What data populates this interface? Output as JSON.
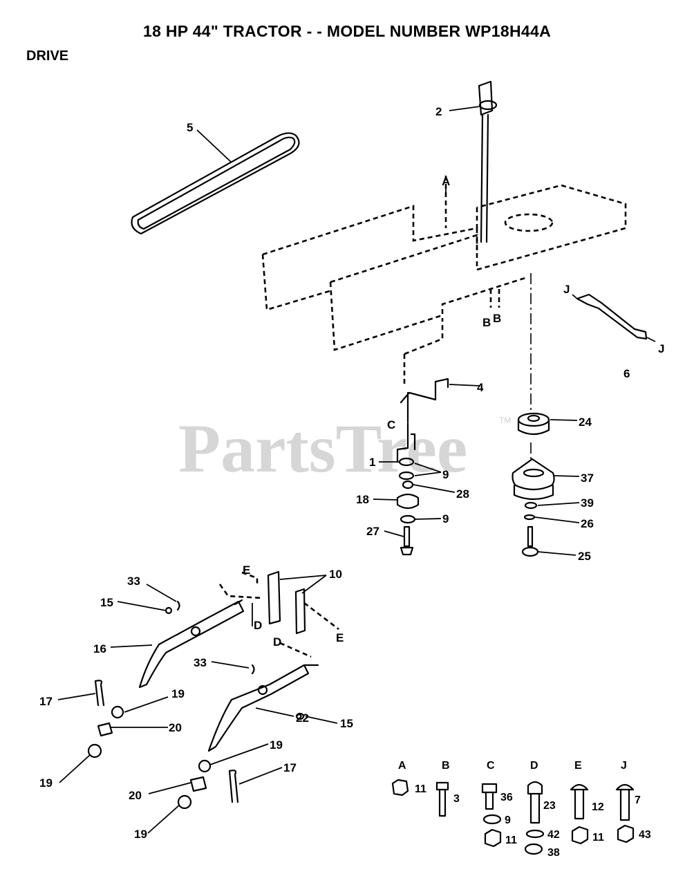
{
  "header": {
    "title": "18 HP 44\" TRACTOR - - MODEL NUMBER WP18H44A",
    "section": "DRIVE"
  },
  "watermark": {
    "text": "PartsTree",
    "tm": "TM"
  },
  "callouts": {
    "c2": "2",
    "c5": "5",
    "cA": "A",
    "cB1": "B",
    "cB2": "B",
    "cJ1": "J",
    "cJ2": "J",
    "c6": "6",
    "c4": "4",
    "cC": "C",
    "c24": "24",
    "c1": "1",
    "c9a": "9",
    "c28": "28",
    "c37": "37",
    "c18": "18",
    "c9b": "9",
    "c39": "39",
    "c26": "26",
    "c27": "27",
    "c25": "25",
    "c10": "10",
    "cE1": "E",
    "c33a": "33",
    "c15a": "15",
    "cD1": "D",
    "cE2": "E",
    "c16": "16",
    "cD2": "D",
    "c33b": "33",
    "c17a": "17",
    "c19a": "19",
    "c22": "22",
    "c15b": "15",
    "c20a": "20",
    "c19b": "19",
    "c19c": "19",
    "c17b": "17",
    "c20b": "20",
    "c19d": "19"
  },
  "hardware_key": {
    "A": {
      "letter": "A",
      "items": [
        "11"
      ]
    },
    "B": {
      "letter": "B",
      "items": [
        "3"
      ]
    },
    "C": {
      "letter": "C",
      "items": [
        "36",
        "9",
        "11"
      ]
    },
    "D": {
      "letter": "D",
      "items": [
        "23",
        "42",
        "38"
      ]
    },
    "E": {
      "letter": "E",
      "items": [
        "12",
        "11"
      ]
    },
    "J": {
      "letter": "J",
      "items": [
        "7",
        "43"
      ]
    }
  }
}
